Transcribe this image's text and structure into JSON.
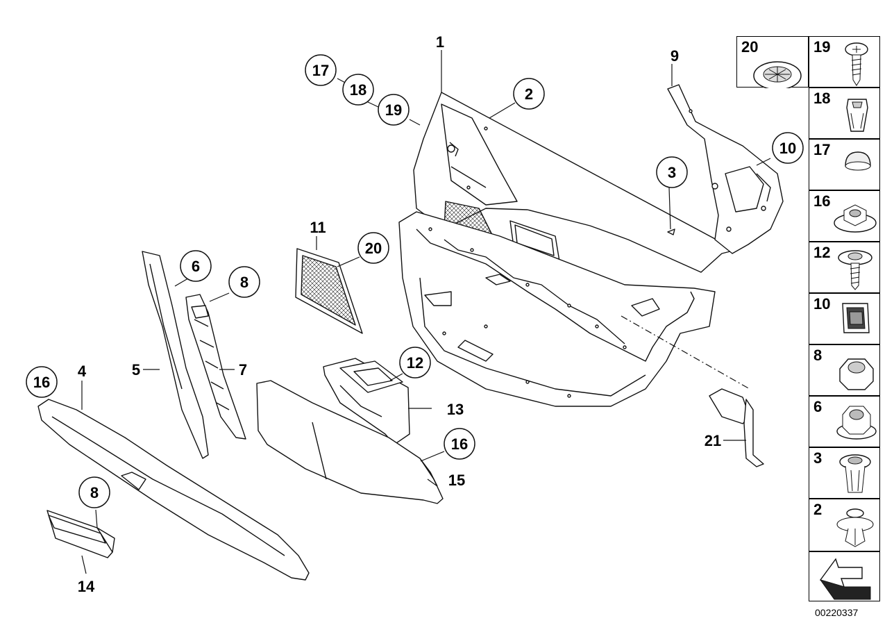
{
  "diagram_id": "00220337",
  "callouts": [
    {
      "id": "c17a",
      "label": "17"
    },
    {
      "id": "c18a",
      "label": "18"
    },
    {
      "id": "c19a",
      "label": "19"
    },
    {
      "id": "c2",
      "label": "2"
    },
    {
      "id": "c3",
      "label": "3"
    },
    {
      "id": "c10",
      "label": "10"
    },
    {
      "id": "c20a",
      "label": "20"
    },
    {
      "id": "c6",
      "label": "6"
    },
    {
      "id": "c8a",
      "label": "8"
    },
    {
      "id": "c12",
      "label": "12"
    },
    {
      "id": "c16a",
      "label": "16"
    },
    {
      "id": "c16b",
      "label": "16"
    },
    {
      "id": "c8b",
      "label": "8"
    }
  ],
  "plain_labels": [
    {
      "id": "p1",
      "label": "1"
    },
    {
      "id": "p9",
      "label": "9"
    },
    {
      "id": "p11",
      "label": "11"
    },
    {
      "id": "p5",
      "label": "5"
    },
    {
      "id": "p7",
      "label": "7"
    },
    {
      "id": "p4",
      "label": "4"
    },
    {
      "id": "p13",
      "label": "13"
    },
    {
      "id": "p15",
      "label": "15"
    },
    {
      "id": "p21",
      "label": "21"
    },
    {
      "id": "p14",
      "label": "14"
    }
  ],
  "legend": [
    {
      "label": "20",
      "icon": "cable-grommet-icon"
    },
    {
      "label": "19",
      "icon": "screw-icon"
    },
    {
      "label": "18",
      "icon": "clip-nut-icon"
    },
    {
      "label": "17",
      "icon": "cap-icon"
    },
    {
      "label": "16",
      "icon": "flange-nut-icon"
    },
    {
      "label": "12",
      "icon": "flange-screw-icon"
    },
    {
      "label": "10",
      "icon": "retaining-clip-icon"
    },
    {
      "label": "8",
      "icon": "hex-nut-icon"
    },
    {
      "label": "6",
      "icon": "collar-nut-icon"
    },
    {
      "label": "3",
      "icon": "expanding-rivet-icon"
    },
    {
      "label": "2",
      "icon": "push-rivet-icon"
    },
    {
      "label": "",
      "icon": "direction-arrow-icon"
    }
  ]
}
